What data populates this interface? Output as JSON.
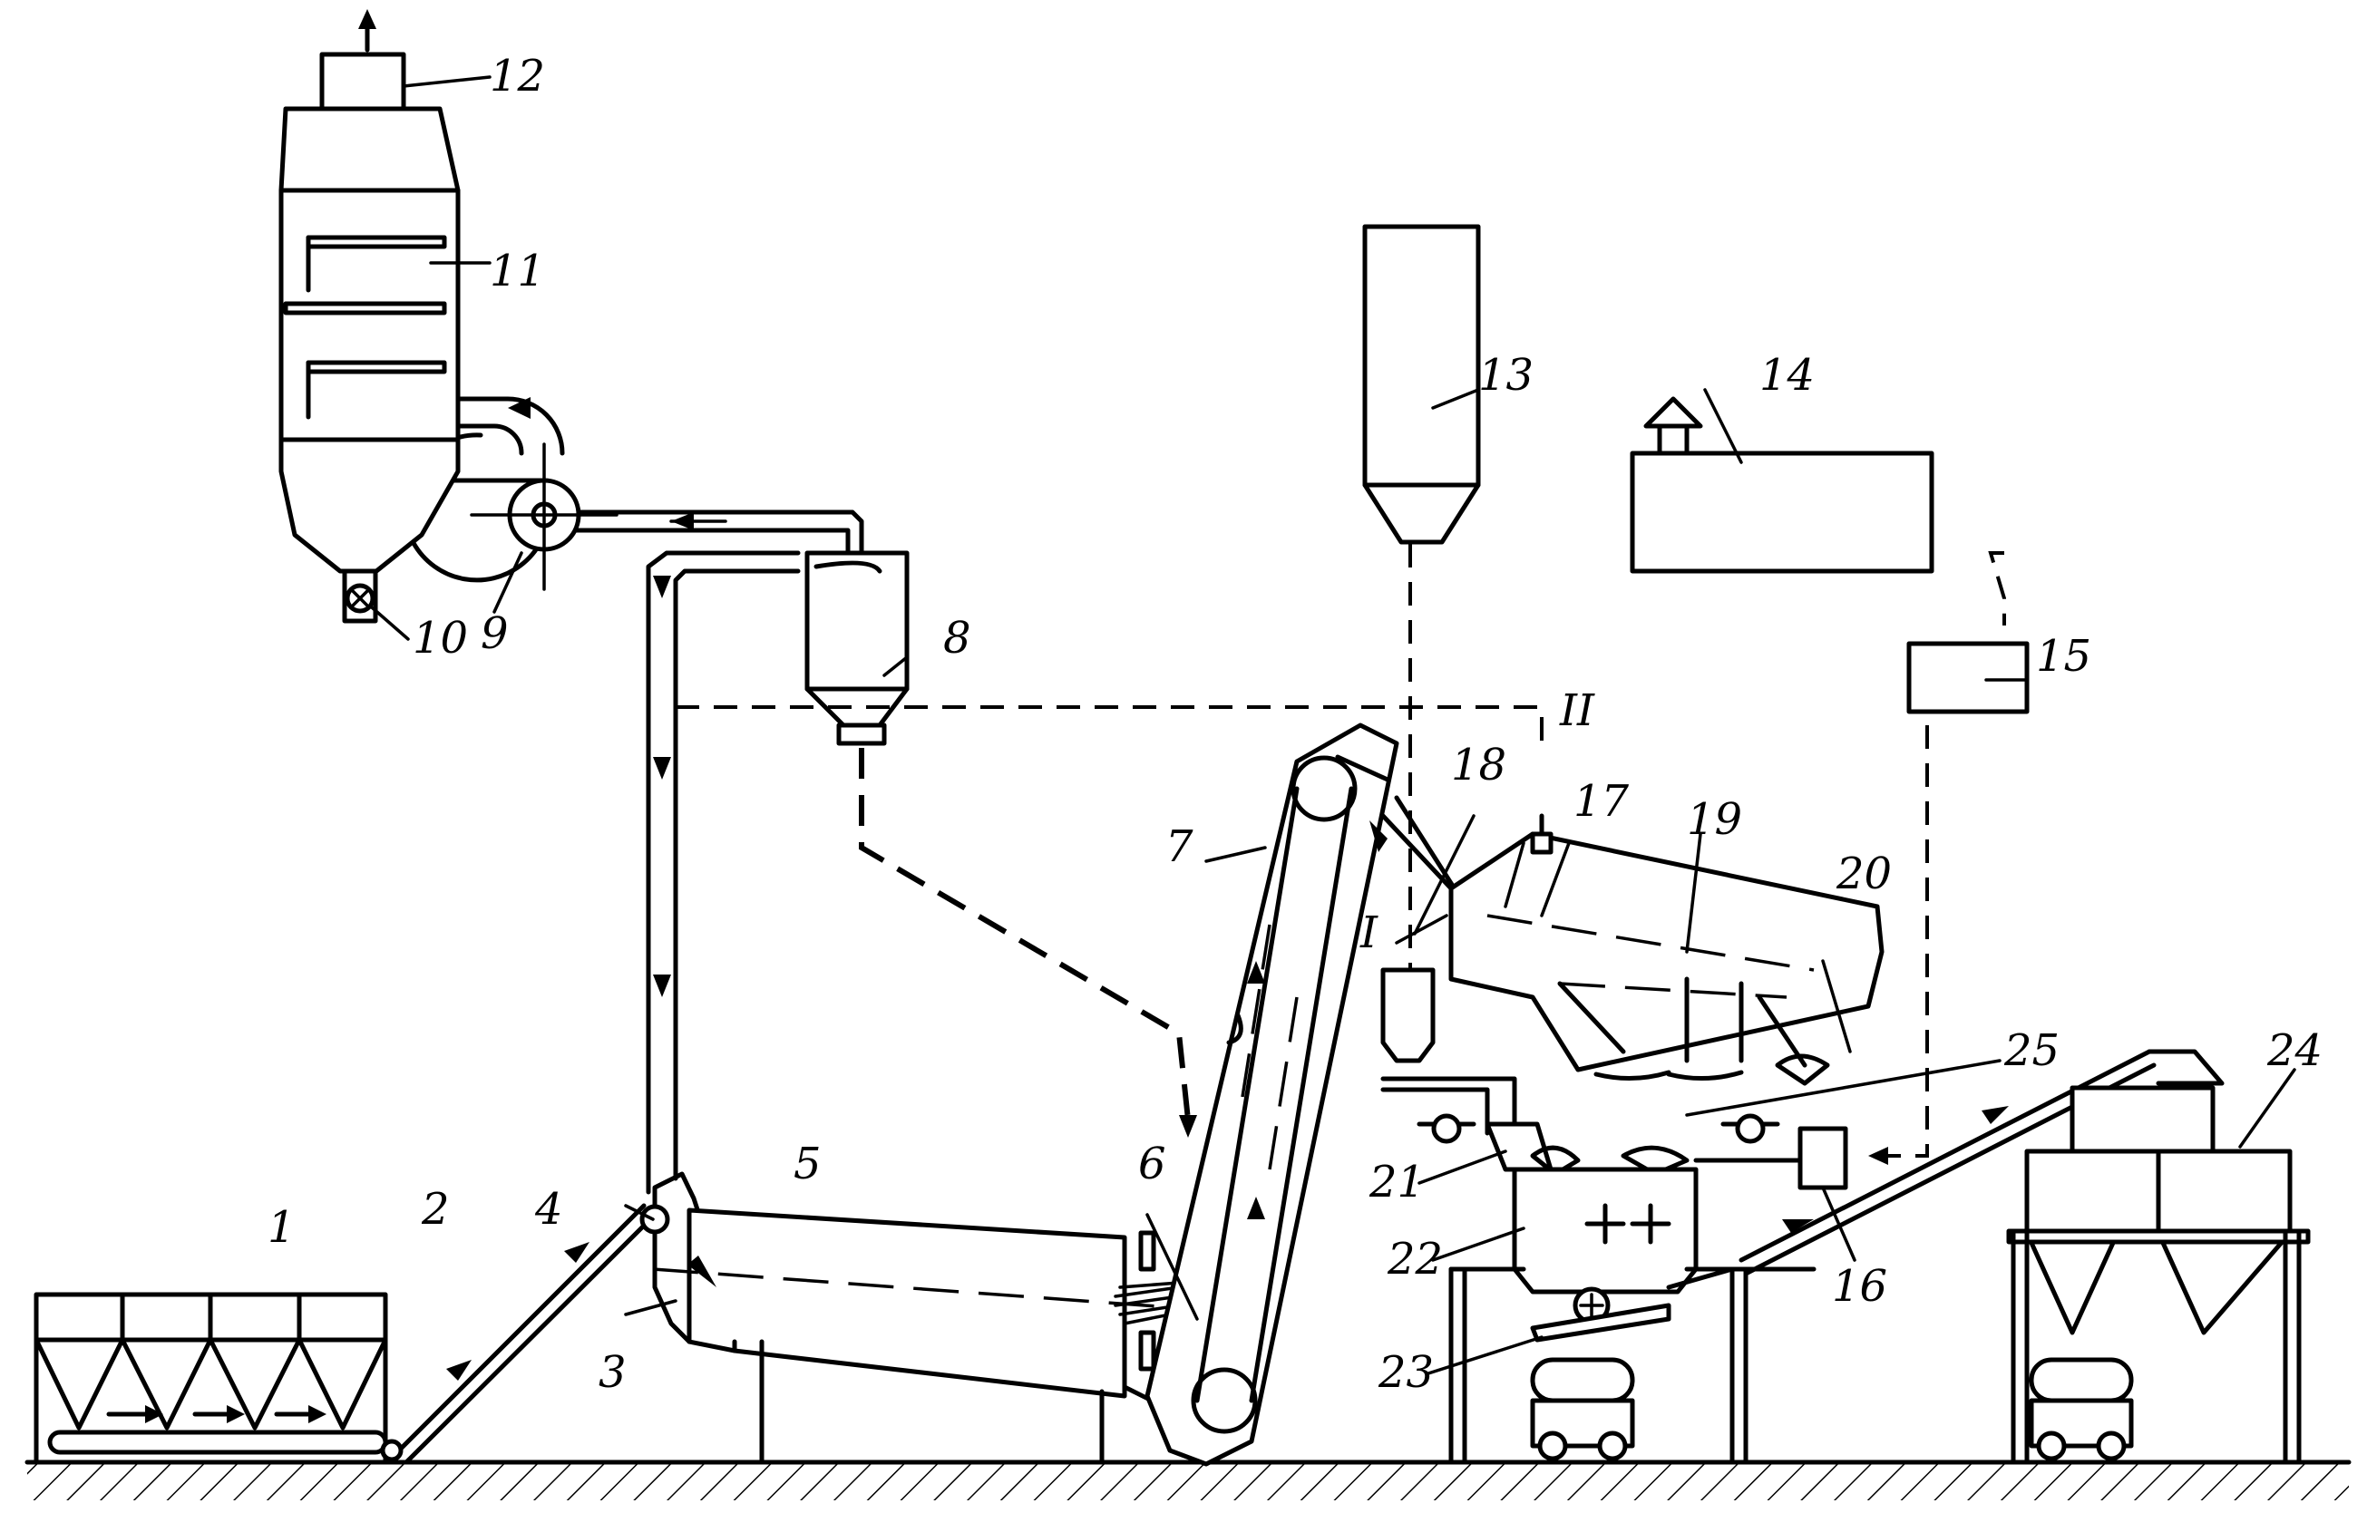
{
  "labels": {
    "l1": "1",
    "l2": "2",
    "l3": "3",
    "l4": "4",
    "l5": "5",
    "l6": "6",
    "l7": "7",
    "l8": "8",
    "l9": "9",
    "l10": "10",
    "l11": "11",
    "l12": "12",
    "l13": "13",
    "l14": "14",
    "l15": "15",
    "l16": "16",
    "l17": "17",
    "l18": "18",
    "l19": "19",
    "l20": "20",
    "l21": "21",
    "l22": "22",
    "l23": "23",
    "l24": "24",
    "l25": "25",
    "lI": "I",
    "lII": "II"
  }
}
